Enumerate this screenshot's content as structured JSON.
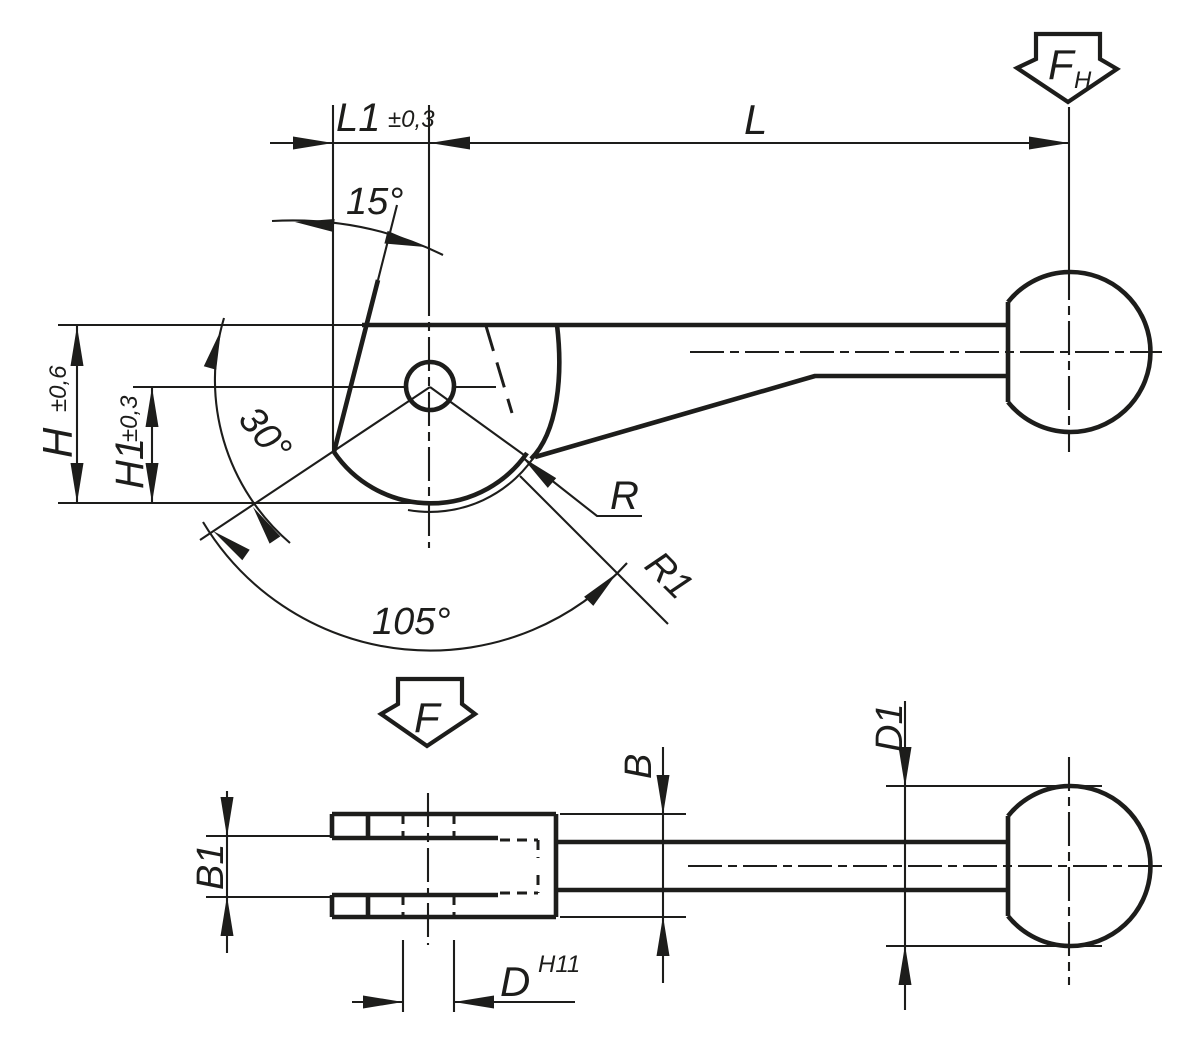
{
  "drawing": {
    "colors": {
      "line": "#1d1d1b",
      "background": "#ffffff"
    },
    "top_view": {
      "dim_L1": "L1",
      "dim_L1_tol": "±0,3",
      "dim_L": "L",
      "angle_edge": "15°",
      "angle_lock": "30°",
      "angle_total": "105°",
      "dim_H": "H",
      "dim_H_tol": "±0,6",
      "dim_H1": "H1",
      "dim_H1_tol": "±0,3",
      "dim_R": "R",
      "dim_R1": "R1",
      "force_h_letter": "F",
      "force_h_subscript": "H"
    },
    "bottom_view": {
      "force_letter": "F",
      "dim_B": "B",
      "dim_B1": "B1",
      "dim_D": "D",
      "dim_D_fit": "H11",
      "dim_D1": "D1"
    }
  }
}
